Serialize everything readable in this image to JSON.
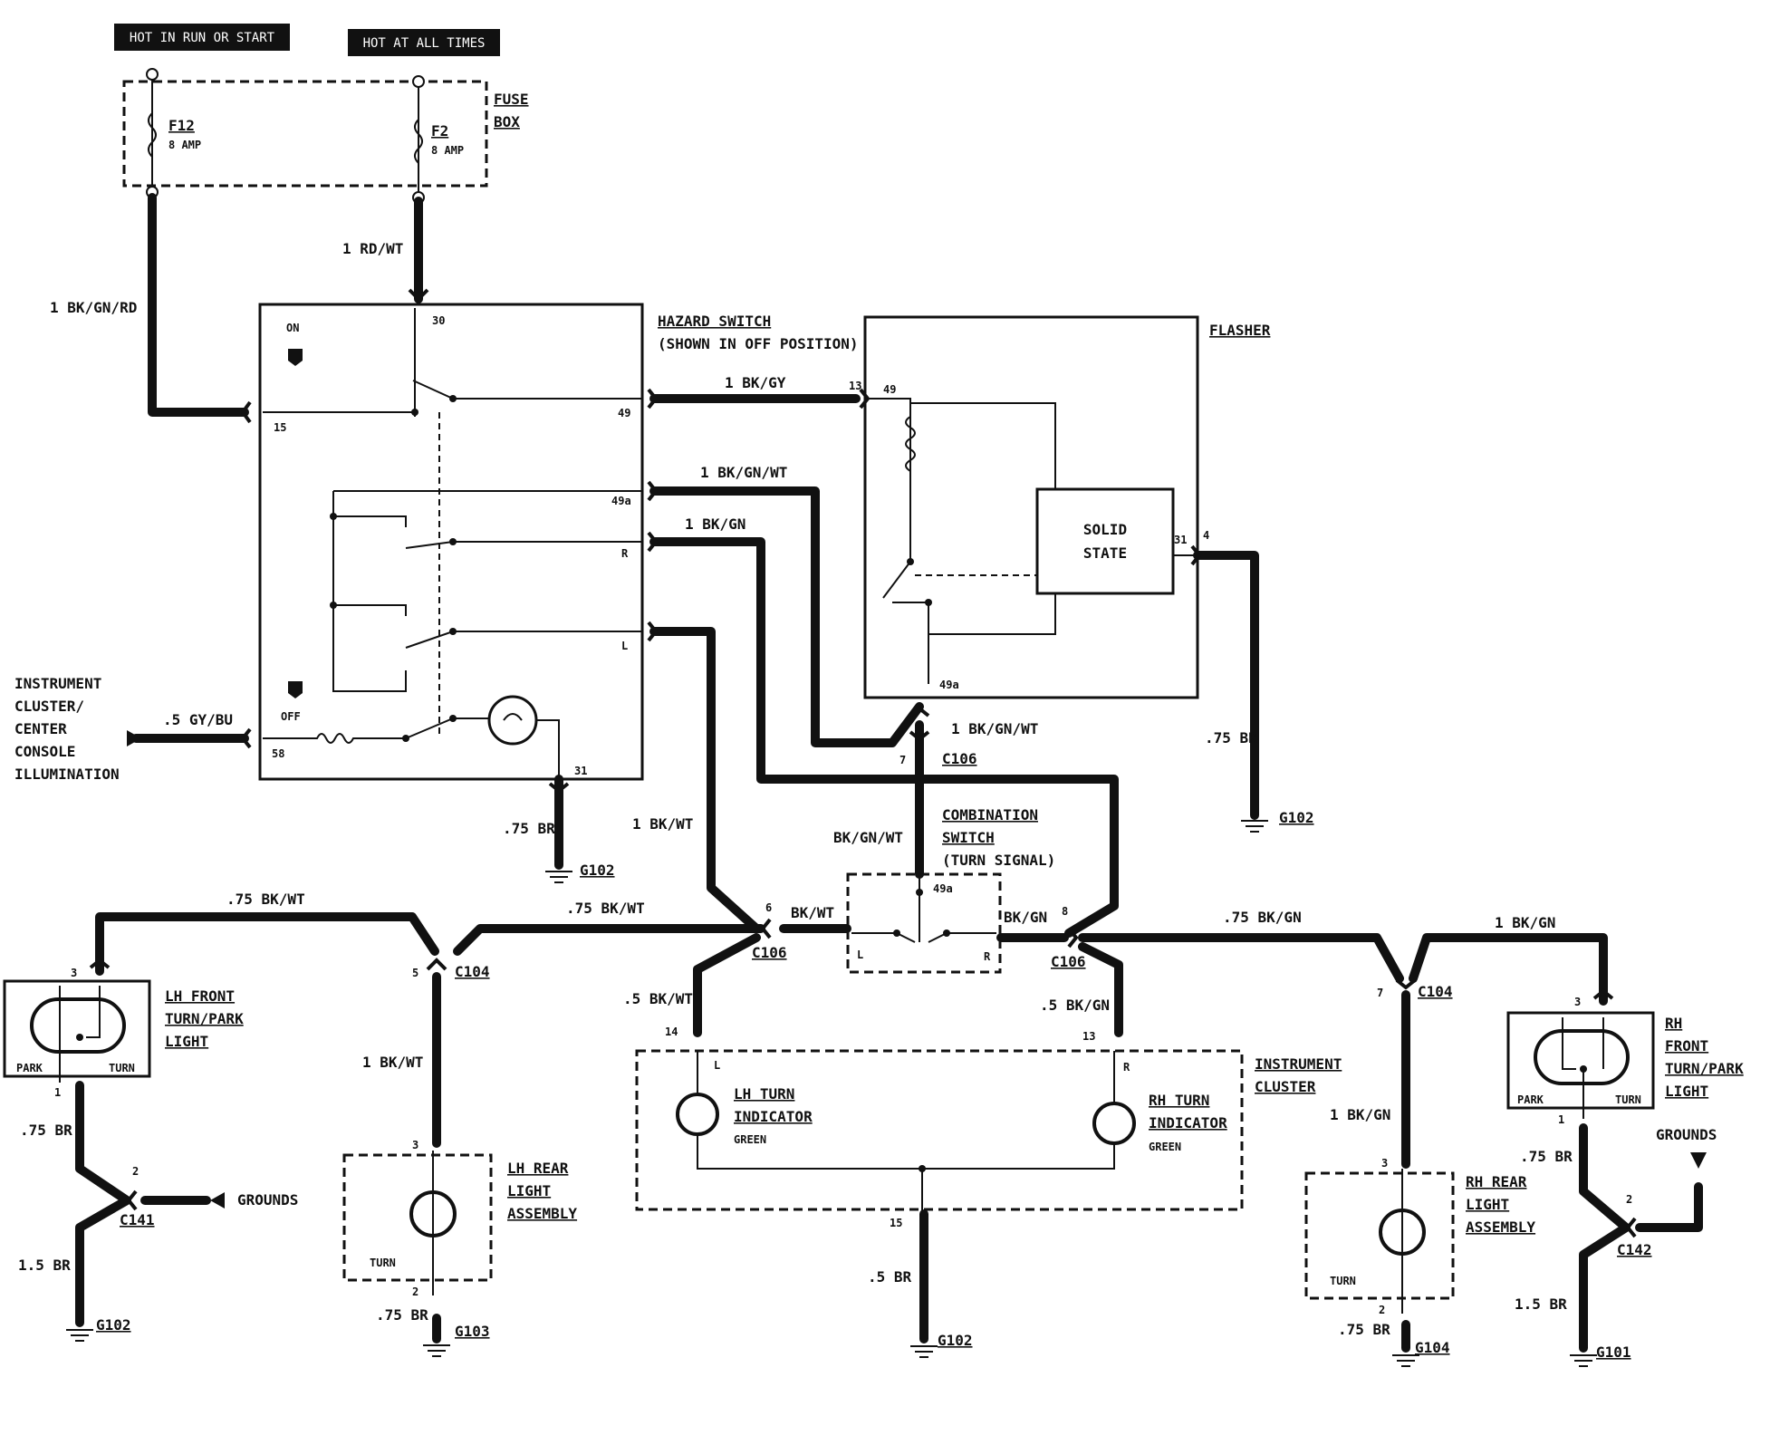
{
  "banners": {
    "run_start": "HOT IN RUN OR START",
    "all_times": "HOT AT ALL TIMES"
  },
  "fuse_box": {
    "label_line1": "FUSE",
    "label_line2": "BOX",
    "f12_name": "F12",
    "f12_rating": "8 AMP",
    "f2_name": "F2",
    "f2_rating": "8 AMP"
  },
  "wires": {
    "w_rd_wt": "1 RD/WT",
    "w_bk_gn_rd": "1 BK/GN/RD",
    "w_bk_gy": "1 BK/GY",
    "w_bk_gn_wt": "1 BK/GN/WT",
    "w_bk_gn": "1 BK/GN",
    "w_gy_bu": ".5 GY/BU",
    "w_br_hazard": ".75 BR",
    "w_bk_wt_1": "1 BK/WT",
    "w_bk_gn_wt_2": "1 BK/GN/WT",
    "w_bk_gn_wt_3": "BK/GN/WT",
    "w_br_flasher": ".75 BR",
    "w_75_bk_wt_a": ".75 BK/WT",
    "w_75_bk_wt_b": ".75 BK/WT",
    "w_bk_wt_short": "BK/WT",
    "w_bk_gn_short": "BK/GN",
    "w_75_bk_gn": ".75 BK/GN",
    "w_1_bk_gn_r": "1 BK/GN",
    "w_5_bk_wt": ".5 BK/WT",
    "w_5_bk_gn": ".5 BK/GN",
    "w_1_bk_wt_rear": "1 BK/WT",
    "w_1_bk_gn_rear": "1 BK/GN",
    "w_75_br_lhf": ".75 BR",
    "w_15_br_l": "1.5 BR",
    "w_75_br_lhr": ".75 BR",
    "w_5_br_ic": ".5 BR",
    "w_75_br_rhr": ".75 BR",
    "w_75_br_rhf": ".75 BR",
    "w_15_br_r": "1.5 BR"
  },
  "hazard_switch": {
    "title": "HAZARD SWITCH",
    "subtitle": "(SHOWN IN OFF POSITION)",
    "on": "ON",
    "off": "OFF",
    "t30": "30",
    "t15": "15",
    "t49": "49",
    "t49a": "49a",
    "tR": "R",
    "tL": "L",
    "t58": "58",
    "t31": "31"
  },
  "flasher": {
    "title": "FLASHER",
    "solid_state_1": "SOLID",
    "solid_state_2": "STATE",
    "t49": "49",
    "t31": "31",
    "t49a": "49a",
    "pin13": "13",
    "pin4": "4"
  },
  "illumination": {
    "line1": "INSTRUMENT",
    "line2": "CLUSTER/",
    "line3": "CENTER",
    "line4": "CONSOLE",
    "line5": "ILLUMINATION"
  },
  "combination_switch": {
    "line1": "COMBINATION",
    "line2": "SWITCH",
    "line3": "(TURN SIGNAL)",
    "t49a": "49a",
    "tL": "L",
    "tR": "R"
  },
  "connectors": {
    "c106_top": "C106",
    "pin7_top": "7",
    "c106_left": "C106",
    "pin6": "6",
    "c106_right": "C106",
    "pin8": "8",
    "c104_left": "C104",
    "pin5": "5",
    "c104_right": "C104",
    "pin7_right": "7",
    "c141": "C141",
    "c141_pin": "2",
    "c142": "C142",
    "c142_pin": "2"
  },
  "lh_front": {
    "line1": "LH FRONT",
    "line2": "TURN/PARK",
    "line3": "LIGHT",
    "park": "PARK",
    "turn": "TURN",
    "pin3": "3",
    "pin1": "1"
  },
  "rh_front": {
    "line1": "RH",
    "line2": "FRONT",
    "line3": "TURN/PARK",
    "line4": "LIGHT",
    "park": "PARK",
    "turn": "TURN",
    "pin3": "3",
    "pin1": "1"
  },
  "lh_rear": {
    "line1": "LH REAR",
    "line2": "LIGHT",
    "line3": "ASSEMBLY",
    "turn": "TURN",
    "pin3": "3",
    "pin2": "2"
  },
  "rh_rear": {
    "line1": "RH REAR",
    "line2": "LIGHT",
    "line3": "ASSEMBLY",
    "turn": "TURN",
    "pin3": "3",
    "pin2": "2"
  },
  "instrument_cluster": {
    "line1": "INSTRUMENT",
    "line2": "CLUSTER",
    "lh_1": "LH TURN",
    "lh_2": "INDICATOR",
    "lh_3": "GREEN",
    "rh_1": "RH TURN",
    "rh_2": "INDICATOR",
    "rh_3": "GREEN",
    "pin14": "14",
    "pin13": "13",
    "pin15": "15",
    "tL": "L",
    "tR": "R"
  },
  "grounds": {
    "g102_hazard": "G102",
    "g102_flasher": "G102",
    "g102_lh": "G102",
    "g103": "G103",
    "g102_ic": "G102",
    "g104": "G104",
    "g101": "G101",
    "grounds_left": "GROUNDS",
    "grounds_right": "GROUNDS"
  }
}
